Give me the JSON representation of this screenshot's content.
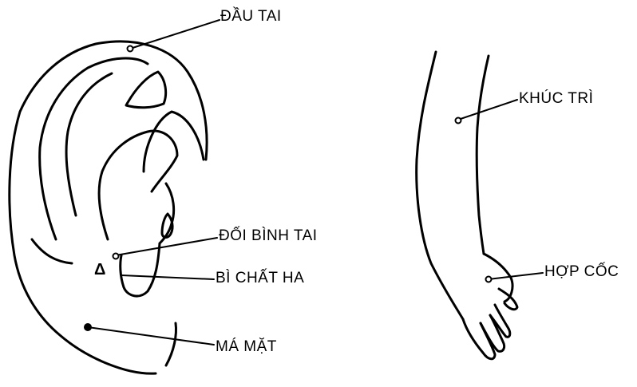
{
  "ear": {
    "labels": {
      "dau_tai": "ĐẦU TAI",
      "doi_binh_tai": "ĐỐI BÌNH TAI",
      "bi_chat_ha": "BÌ CHẤT HA",
      "ma_mat": "MÁ MẶT"
    },
    "triangle_marker": "Δ"
  },
  "arm": {
    "labels": {
      "khuc_tri": "KHÚC TRÌ",
      "hop_coc": "HỢP CỐC"
    }
  },
  "colors": {
    "line": "#000000",
    "background": "#ffffff"
  }
}
